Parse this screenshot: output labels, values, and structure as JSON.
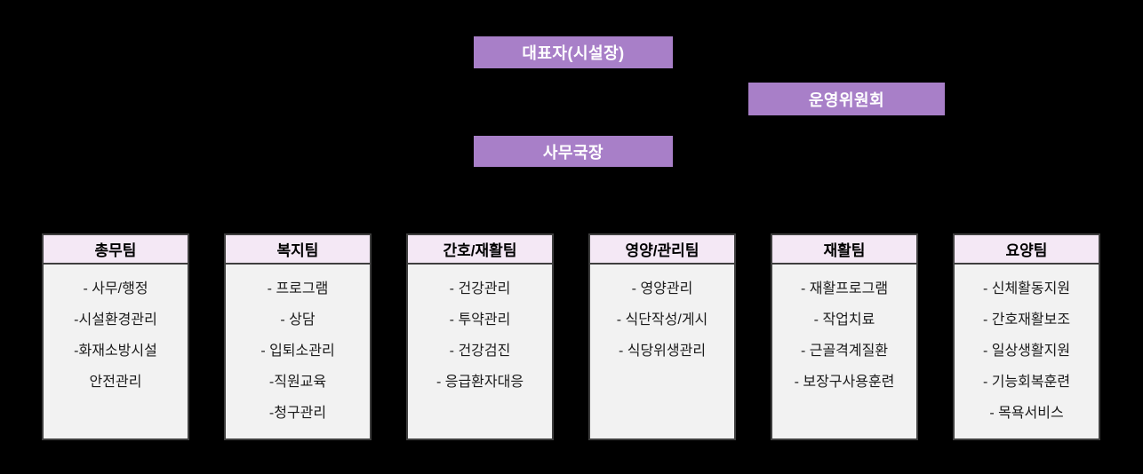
{
  "nodes": {
    "director": "대표자(시설장)",
    "committee": "운영위원회",
    "secretary": "사무국장"
  },
  "teams": [
    {
      "name": "총무팀",
      "items": [
        "- 사무/행정",
        "-시설환경관리",
        "-화재소방시설",
        "안전관리"
      ]
    },
    {
      "name": "복지팀",
      "items": [
        "- 프로그램",
        "- 상담",
        "- 입퇴소관리",
        "-직원교육",
        "-청구관리"
      ]
    },
    {
      "name": "간호/재활팀",
      "items": [
        "- 건강관리",
        "- 투약관리",
        "- 건강검진",
        "- 응급환자대응"
      ]
    },
    {
      "name": "영양/관리팀",
      "items": [
        "- 영양관리",
        "- 식단작성/게시",
        "- 식당위생관리"
      ]
    },
    {
      "name": "재활팀",
      "items": [
        "- 재활프로그램",
        "- 작업치료",
        "- 근골격계질환",
        "- 보장구사용훈련"
      ]
    },
    {
      "name": "요양팀",
      "items": [
        "- 신체활동지원",
        "- 간호재활보조",
        "- 일상생활지원",
        "- 기능회복훈련",
        "- 목욕서비스"
      ]
    }
  ],
  "colors": {
    "background": "#000000",
    "node_purple": "#a87fc8",
    "team_header_pink": "#f4e8f5",
    "team_body_gray": "#f2f2f2",
    "border_dark": "#3f3f3f",
    "text_dark": "#1b1b1b",
    "text_white": "#ffffff"
  }
}
